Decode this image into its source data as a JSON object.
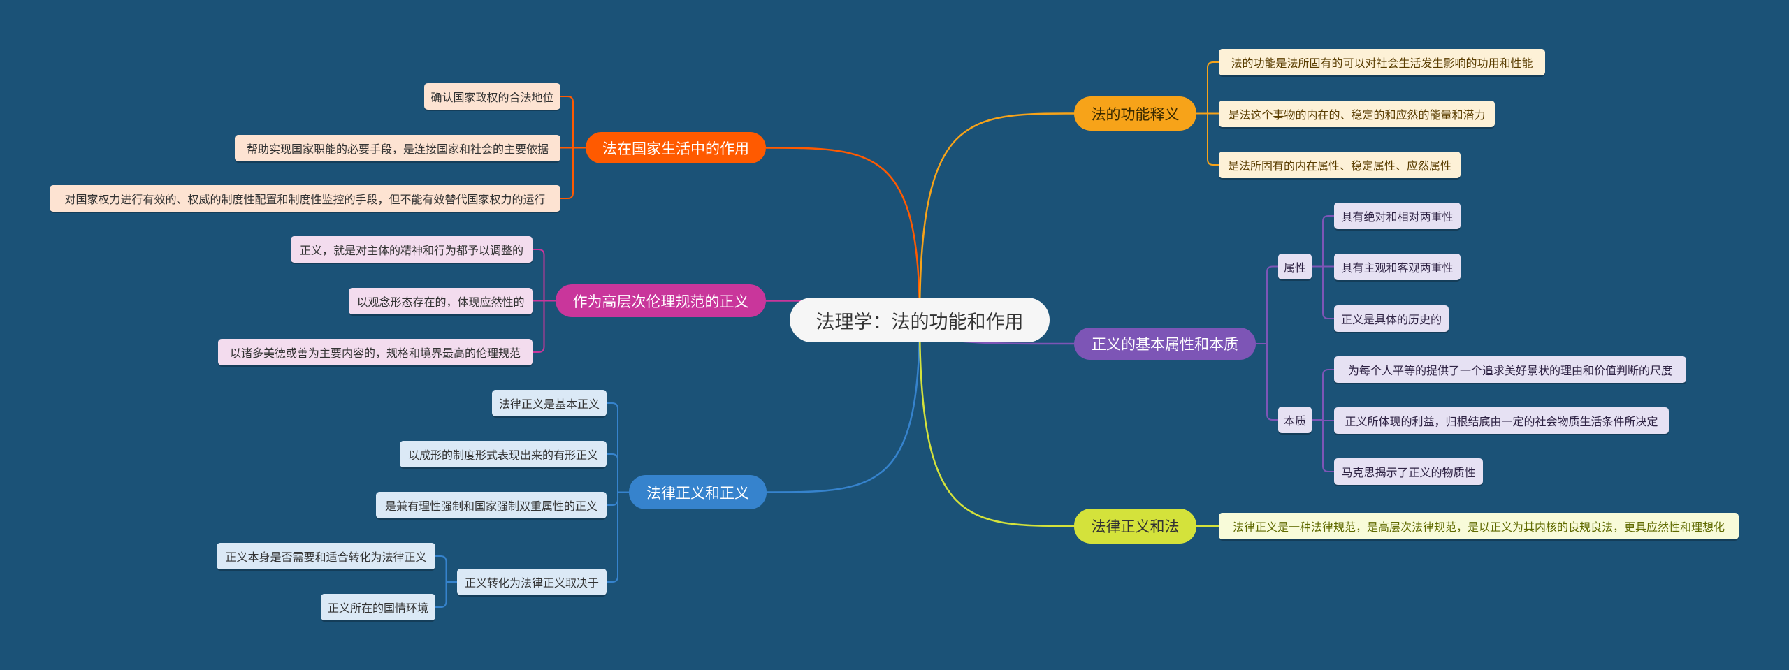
{
  "root": "法理学：法的功能和作用",
  "colors": {
    "background": "#1b5277",
    "orange": "#ff5a00",
    "pink": "#c9369b",
    "blue": "#3683cd",
    "amber": "#f7a319",
    "purple": "#7d55b6",
    "yellow": "#d4e23b"
  },
  "left": {
    "state_life": {
      "title": "法在国家生活中的作用",
      "items": [
        "确认国家政权的合法地位",
        "帮助实现国家职能的必要手段，是连接国家和社会的主要依据",
        "对国家权力进行有效的、权威的制度性配置和制度性监控的手段，但不能有效替代国家权力的运行"
      ]
    },
    "ethics": {
      "title": "作为高层次伦理规范的正义",
      "items": [
        "正义，就是对主体的精神和行为都予以调整的",
        "以观念形态存在的，体现应然性的",
        "以诸多美德或善为主要内容的，规格和境界最高的伦理规范"
      ]
    },
    "legal_justice": {
      "title": "法律正义和正义",
      "items": [
        "法律正义是基本正义",
        "以成形的制度形式表现出来的有形正义",
        "是兼有理性强制和国家强制双重属性的正义",
        "正义转化为法律正义取决于"
      ],
      "sub_items": [
        "正义本身是否需要和适合转化为法律正义",
        "正义所在的国情环境"
      ]
    }
  },
  "right": {
    "function": {
      "title": "法的功能释义",
      "items": [
        "法的功能是法所固有的可以对社会生活发生影响的功用和性能",
        "是法这个事物的内在的、稳定的和应然的能量和潜力",
        "是法所固有的内在属性、稳定属性、应然属性"
      ]
    },
    "justice": {
      "title": "正义的基本属性和本质",
      "attr": {
        "title": "属性",
        "items": [
          "具有绝对和相对两重性",
          "具有主观和客观两重性",
          "正义是具体的历史的"
        ]
      },
      "essence": {
        "title": "本质",
        "items": [
          "为每个人平等的提供了一个追求美好景状的理由和价值判断的尺度",
          "正义所体现的利益，归根结底由一定的社会物质生活条件所决定",
          "马克思揭示了正义的物质性"
        ]
      }
    },
    "law": {
      "title": "法律正义和法",
      "items": [
        "法律正义是一种法律规范，是高层次法律规范，是以正义为其内核的良规良法，更具应然性和理想化"
      ]
    }
  }
}
